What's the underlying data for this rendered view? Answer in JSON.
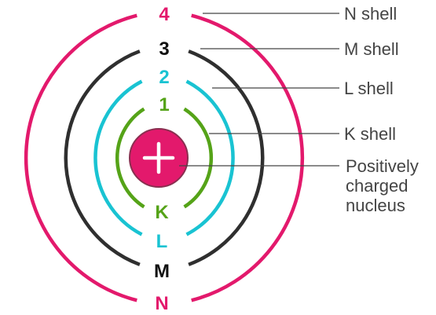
{
  "diagram": {
    "colors": {
      "n_shell": "#e3196c",
      "m_shell": "#2f2f2f",
      "l_shell": "#19c3d2",
      "k_shell": "#55a318",
      "nucleus_fill": "#e3196c",
      "nucleus_ring": "#8a2f50",
      "callout_line": "#444444",
      "callout_text": "#444444"
    },
    "shells": [
      {
        "id": "N",
        "number": "4",
        "letter": "N"
      },
      {
        "id": "M",
        "number": "3",
        "letter": "M"
      },
      {
        "id": "L",
        "number": "2",
        "letter": "L"
      },
      {
        "id": "K",
        "number": "1",
        "letter": "K"
      }
    ],
    "nucleus": {
      "symbol": "plus-icon"
    },
    "callouts": {
      "n_shell": "N shell",
      "m_shell": "M shell",
      "l_shell": "L shell",
      "k_shell": "K shell",
      "nucleus_line1": "Positively",
      "nucleus_line2": "charged",
      "nucleus_line3": "nucleus"
    }
  }
}
